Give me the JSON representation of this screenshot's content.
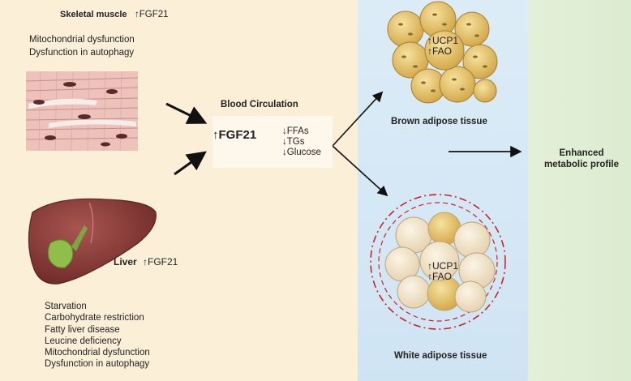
{
  "skeletal_muscle": {
    "title": "Skeletal muscle",
    "fgf21": "↑FGF21",
    "conditions": [
      "Mitochondrial dysfunction",
      "Dysfunction in autophagy"
    ]
  },
  "liver": {
    "title": "Liver",
    "fgf21": "↑FGF21",
    "conditions": [
      "Starvation",
      "Carbohydrate restriction",
      "Fatty liver disease",
      "Leucine deficiency",
      "Mitochondrial dysfunction",
      "Dysfunction in autophagy"
    ]
  },
  "blood": {
    "title": "Blood Circulation",
    "fgf21": "↑FGF21",
    "markers": [
      "↓FFAs",
      "↓TGs",
      "↓Glucose"
    ]
  },
  "brown_adipose": {
    "label": "Brown adipose tissue",
    "markers": [
      "↑UCP1",
      "↑FAO"
    ]
  },
  "white_adipose": {
    "label": "White adipose tissue",
    "markers": [
      "↑UCP1",
      "↑FAO"
    ]
  },
  "outcome": {
    "label": "Enhanced metabolic profile"
  },
  "colors": {
    "left_panel": "#fcefd8",
    "mid_panel": "#d6e8f5",
    "right_panel": "#e0eed6",
    "brown_fat_cell": "#e8c86a",
    "white_fat_cell": "#f3e6cc",
    "dashed_ring": "#cc2222",
    "muscle": "#e8b7b0",
    "liver": "#8a3d3a"
  }
}
